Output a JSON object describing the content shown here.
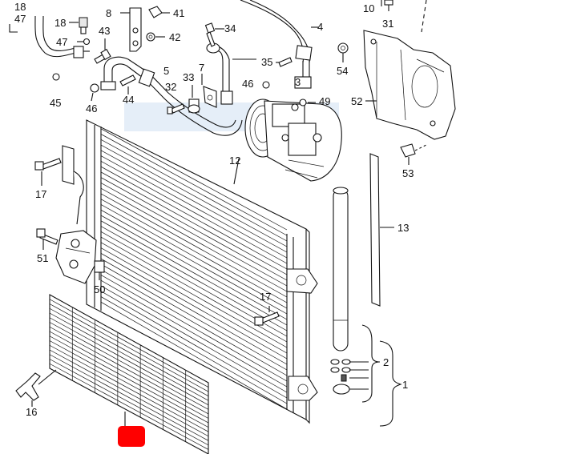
{
  "diagram": {
    "labels": [
      {
        "id": "l18",
        "text": "18"
      },
      {
        "id": "l47a",
        "text": "47"
      },
      {
        "id": "l18b",
        "text": "18"
      },
      {
        "id": "l8",
        "text": "8"
      },
      {
        "id": "l41",
        "text": "41"
      },
      {
        "id": "l42",
        "text": "42"
      },
      {
        "id": "l43",
        "text": "43"
      },
      {
        "id": "l47b",
        "text": "47"
      },
      {
        "id": "l45",
        "text": "45"
      },
      {
        "id": "l46a",
        "text": "46"
      },
      {
        "id": "l44",
        "text": "44"
      },
      {
        "id": "l5",
        "text": "5"
      },
      {
        "id": "l32",
        "text": "32"
      },
      {
        "id": "l33",
        "text": "33"
      },
      {
        "id": "l7",
        "text": "7"
      },
      {
        "id": "l34",
        "text": "34"
      },
      {
        "id": "l4",
        "text": "4"
      },
      {
        "id": "l10",
        "text": "10"
      },
      {
        "id": "l31",
        "text": "31"
      },
      {
        "id": "l35",
        "text": "35"
      },
      {
        "id": "l46b",
        "text": "46"
      },
      {
        "id": "l3",
        "text": "3"
      },
      {
        "id": "l49",
        "text": "49"
      },
      {
        "id": "l54",
        "text": "54"
      },
      {
        "id": "l52",
        "text": "52"
      },
      {
        "id": "l53",
        "text": "53"
      },
      {
        "id": "l12",
        "text": "12"
      },
      {
        "id": "l13",
        "text": "13"
      },
      {
        "id": "l17a",
        "text": "17"
      },
      {
        "id": "l51",
        "text": "51"
      },
      {
        "id": "l50",
        "text": "50"
      },
      {
        "id": "l17b",
        "text": "17"
      },
      {
        "id": "l2",
        "text": "2"
      },
      {
        "id": "l1",
        "text": "1"
      },
      {
        "id": "l16",
        "text": "16"
      }
    ],
    "highlight_color": "#ff0000"
  }
}
